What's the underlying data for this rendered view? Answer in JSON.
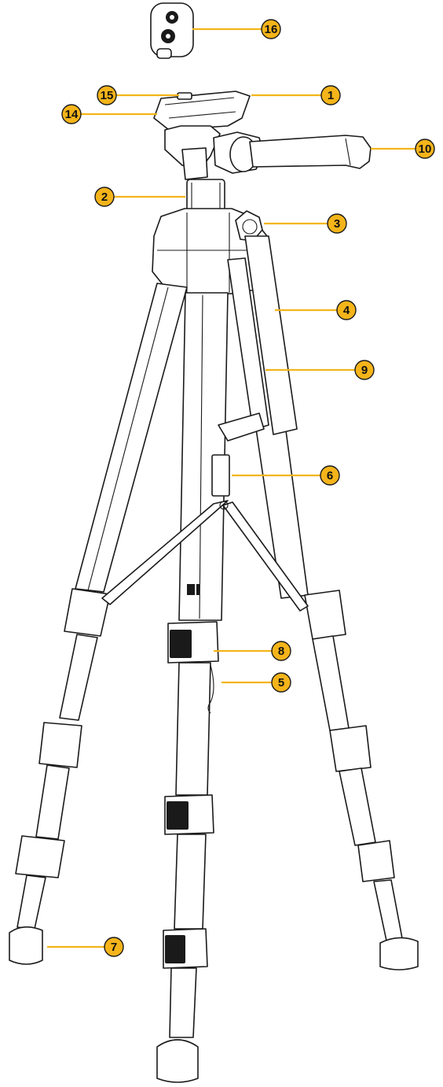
{
  "diagram": {
    "accent_color": "#f4b41a",
    "line_color": "#1a1a1a",
    "brand_icon": "kodak-logo-icon",
    "callouts": [
      {
        "id": "1",
        "label": "1"
      },
      {
        "id": "2",
        "label": "2"
      },
      {
        "id": "3",
        "label": "3"
      },
      {
        "id": "4",
        "label": "4"
      },
      {
        "id": "5",
        "label": "5"
      },
      {
        "id": "6",
        "label": "6"
      },
      {
        "id": "7",
        "label": "7"
      },
      {
        "id": "8",
        "label": "8"
      },
      {
        "id": "9",
        "label": "9"
      },
      {
        "id": "10",
        "label": "10"
      },
      {
        "id": "14",
        "label": "14"
      },
      {
        "id": "15",
        "label": "15"
      },
      {
        "id": "16",
        "label": "16"
      }
    ]
  }
}
